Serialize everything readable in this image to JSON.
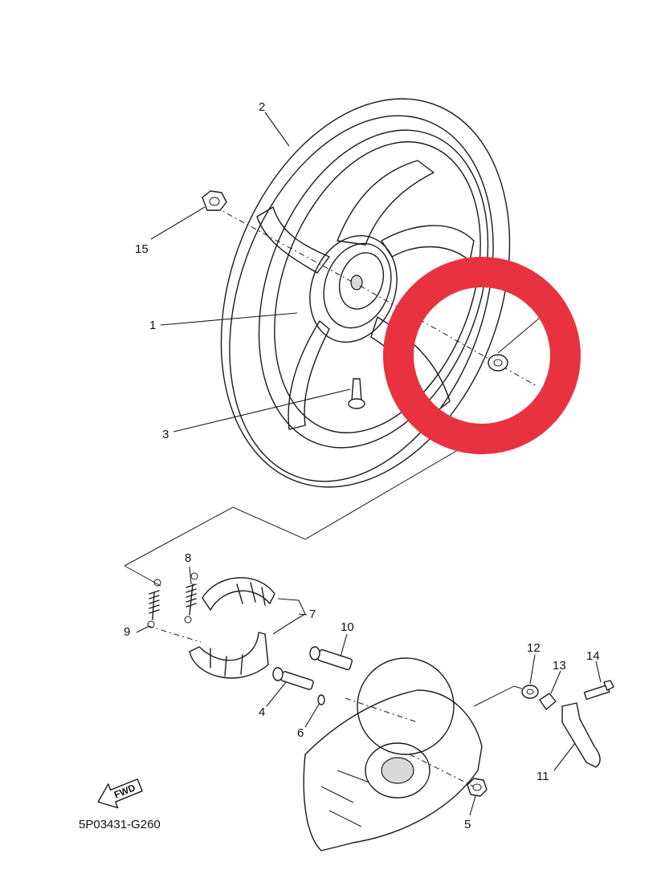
{
  "callouts": {
    "c1": "1",
    "c2": "2",
    "c3": "3",
    "c4": "4",
    "c5": "5",
    "c6": "6",
    "c7": "7",
    "c8": "8",
    "c9": "9",
    "c10": "10",
    "c11": "11",
    "c12": "12",
    "c13": "13",
    "c14": "14",
    "c15": "15"
  },
  "diagram_code": "5P03431-G260",
  "fwd_label": "FWD",
  "highlight": {
    "color": "#e8323f",
    "target_callout": "collar (unnumbered)"
  },
  "colors": {
    "line": "#1a1a1a",
    "background": "#ffffff"
  }
}
